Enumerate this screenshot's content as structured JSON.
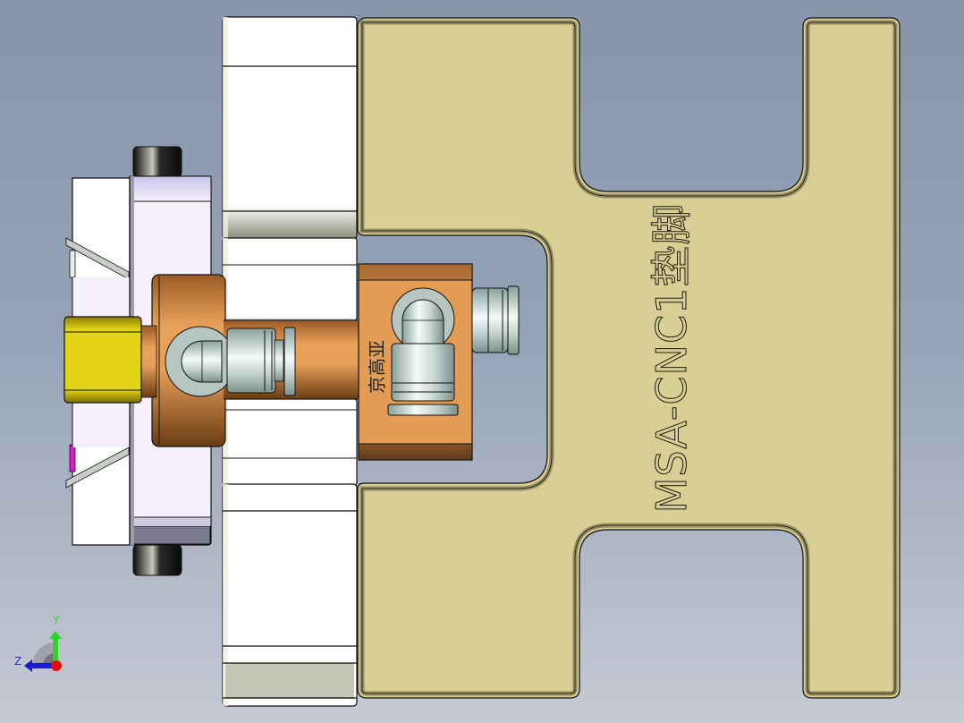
{
  "viewport": {
    "background_top": "#8795ab",
    "background_bottom": "#c5c9d3"
  },
  "model": {
    "plate": {
      "engraved_label": "MSA-CNC1垫脚",
      "color": "#d9ce94",
      "edge_color": "#8a8258"
    },
    "orange_block": {
      "engraved_label": "京高亚",
      "color": "#e39c54"
    },
    "cylinder": {
      "color": "#c6813e"
    },
    "yellow_cap": {
      "color": "#e3d316"
    },
    "clamp_body": {
      "color": "#f6f0fb"
    },
    "black_pins": {
      "color": "#1a1a1a"
    },
    "fittings": {
      "color": "#c5d0cd"
    }
  },
  "triad": {
    "y_label": "Y",
    "z_label": "Z",
    "y_color": "#2fd02f",
    "z_color": "#1a1ad0",
    "origin_color": "#e01010"
  }
}
